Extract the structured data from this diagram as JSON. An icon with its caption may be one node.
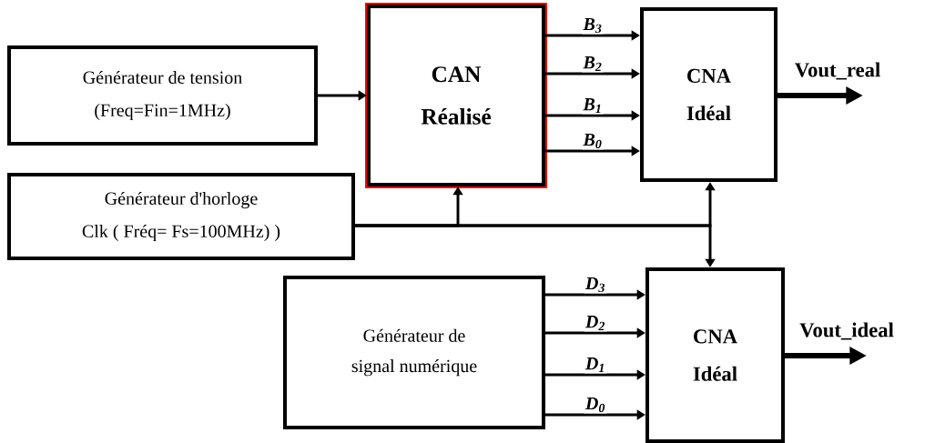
{
  "diagram": {
    "nodes": [
      {
        "text": [
          "Générateur de tension",
          "(Freq=Fin=1MHz)"
        ]
      },
      {
        "text": [
          "CAN",
          "Réalisé"
        ]
      },
      {
        "text": [
          "CNA",
          "Idéal"
        ]
      },
      {
        "text": [
          "Générateur d'horloge",
          "Clk ( Fréq= Fs=100MHz) )"
        ]
      },
      {
        "text": [
          "Générateur de",
          "signal numérique"
        ]
      },
      {
        "text": [
          "CNA",
          "Idéal"
        ]
      }
    ],
    "edges": [
      {
        "from": 0,
        "to": 1,
        "arrow": "to"
      },
      {
        "from": 1,
        "to": 2,
        "arrow": "to",
        "label": "B$_{3}$"
      },
      {
        "from": 1,
        "to": 2,
        "arrow": "to",
        "label": "B$_{2}$"
      },
      {
        "from": 1,
        "to": 2,
        "arrow": "to",
        "label": "B$_{1}$"
      },
      {
        "from": 1,
        "to": 2,
        "arrow": "to",
        "label": "B$_{0}$"
      },
      {
        "from": 4,
        "to": 5,
        "arrow": "to",
        "label": "D$_{3}$"
      },
      {
        "from": 4,
        "to": 5,
        "arrow": "to",
        "label": "D$_{2}$"
      },
      {
        "from": 4,
        "to": 5,
        "arrow": "to",
        "label": "D$_{1}$"
      },
      {
        "from": 4,
        "to": 5,
        "arrow": "to",
        "label": "D$_{0}$"
      },
      {
        "from": 3,
        "to": 1,
        "arrow": "to"
      },
      {
        "from": 3,
        "to": 2,
        "arrow": "to"
      },
      {
        "from": 3,
        "to": 5,
        "arrow": "to"
      },
      {
        "from": 2,
        "to": null,
        "arrow": "to",
        "label": "Vout_real",
        "style": "thick"
      },
      {
        "from": 5,
        "to": null,
        "arrow": "to",
        "label": "Vout_ideal",
        "style": "thick"
      }
    ]
  }
}
